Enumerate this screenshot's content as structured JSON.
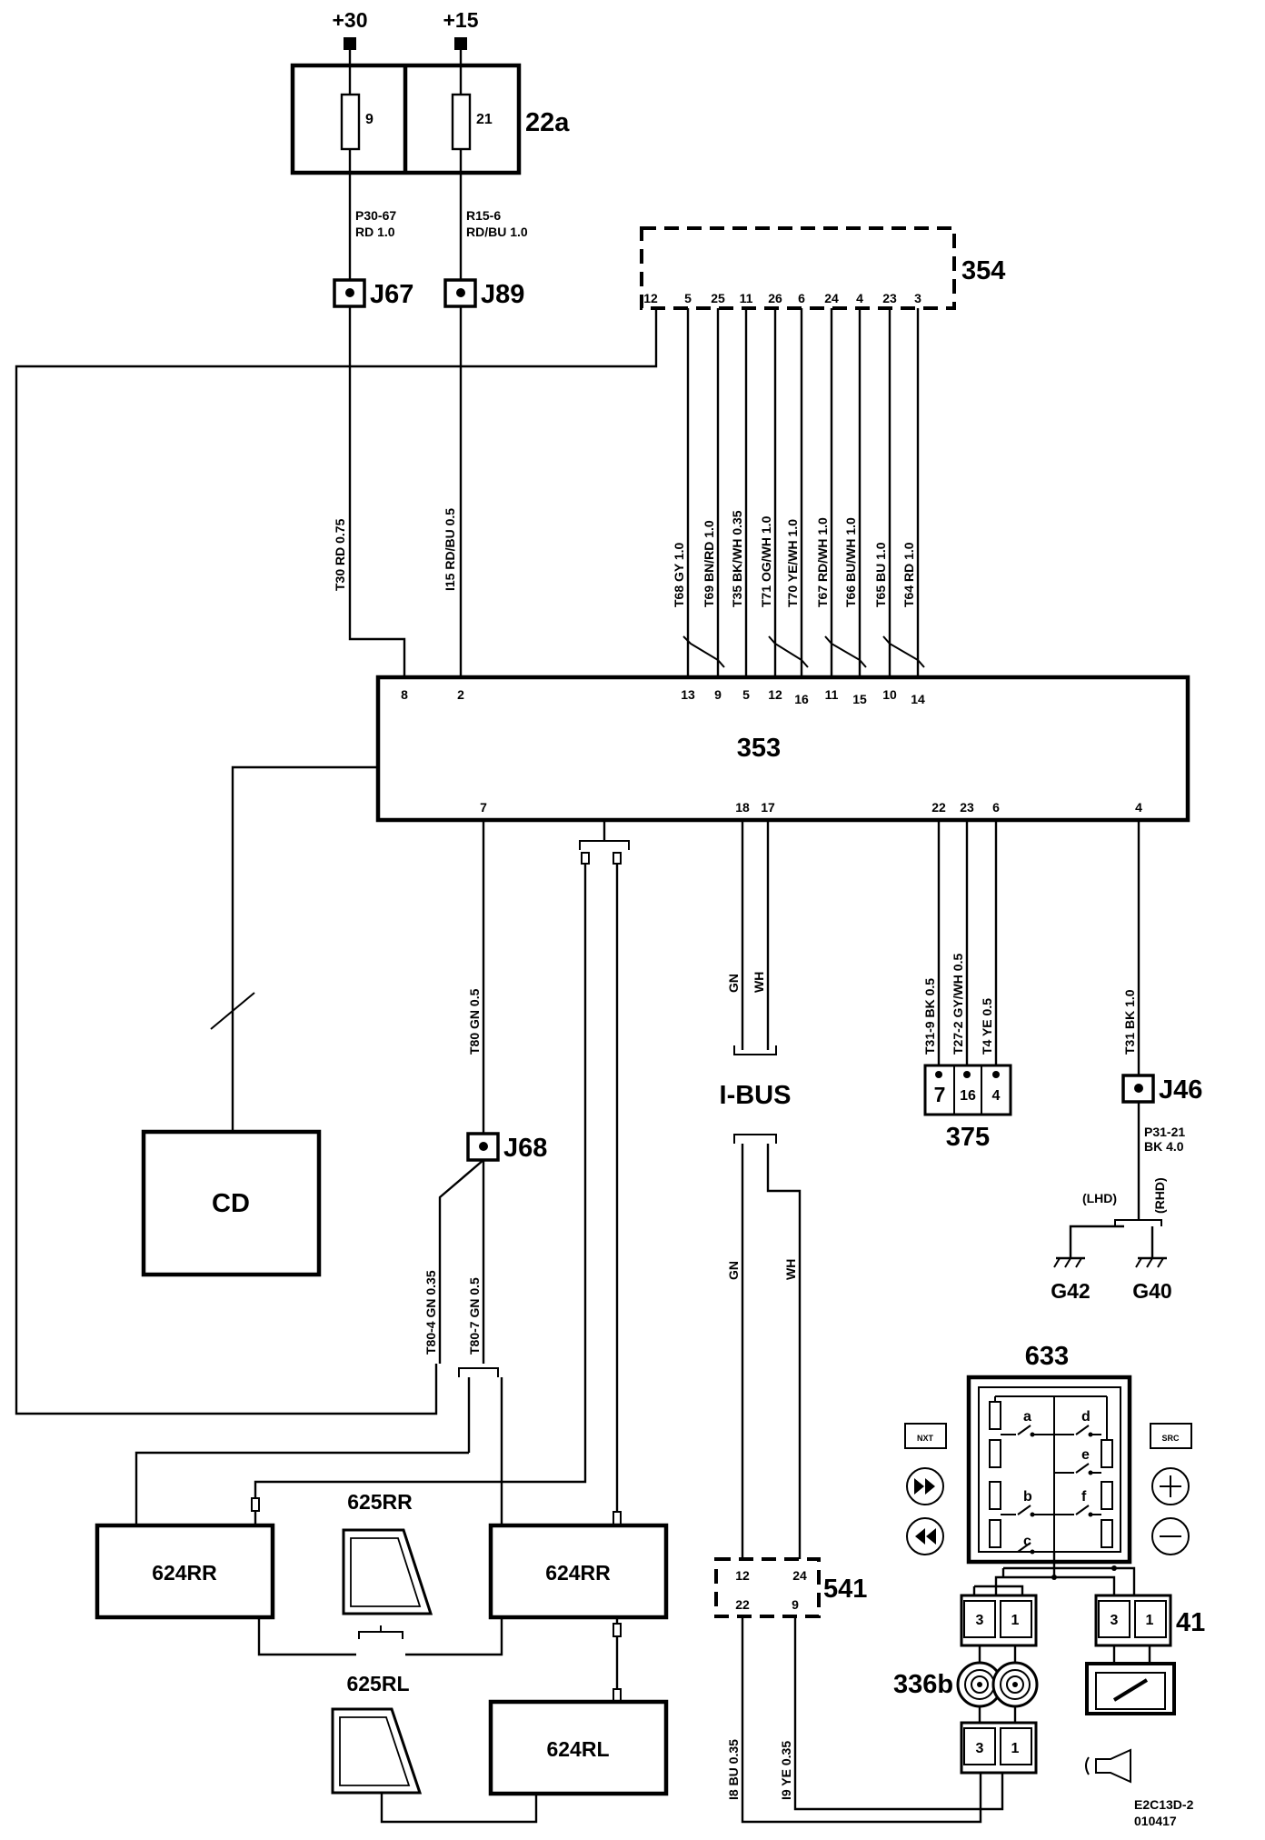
{
  "power": {
    "plus30": "+30",
    "plus15": "+15"
  },
  "fusebox": {
    "id": "22a",
    "fuse_a": "9",
    "fuse_b": "21"
  },
  "wire_p30": {
    "code": "P30-67",
    "spec": "RD 1.0"
  },
  "wire_r15": {
    "code": "R15-6",
    "spec": "RD/BU 1.0"
  },
  "junctions": {
    "j67": "J67",
    "j89": "J89",
    "j68": "J68",
    "j46": "J46"
  },
  "comp354": {
    "id": "354",
    "pins": [
      "12",
      "5",
      "25",
      "11",
      "26",
      "6",
      "24",
      "4",
      "23",
      "3"
    ],
    "wires": [
      "T68  GY  1.0",
      "T69  BN/RD  1.0",
      "T35  BK/WH  0.35",
      "T71  OG/WH  1.0",
      "T70  YE/WH  1.0",
      "T67  RD/WH  1.0",
      "T66  BU/WH  1.0",
      "T65  BU  1.0",
      "T64  RD  1.0"
    ]
  },
  "wire_t30": "T30  RD  0.75",
  "wire_i15": "I15  RD/BU  0.5",
  "comp353": {
    "id": "353",
    "top_pins": [
      "8",
      "2",
      "13",
      "9",
      "5",
      "12",
      "16",
      "11",
      "15",
      "10",
      "14"
    ],
    "bottom_pins": [
      "7",
      "18",
      "17",
      "22",
      "23",
      "6",
      "4"
    ]
  },
  "wire_t80": "T80  GN  0.5",
  "ibus": {
    "label": "I-BUS",
    "gn": "GN",
    "wh": "WH"
  },
  "wires_375": [
    "T31-9  BK  0.5",
    "T27-2  GY/WH  0.5",
    "T4  YE  0.5"
  ],
  "comp375": {
    "id": "375",
    "pins": [
      "7",
      "16",
      "4"
    ]
  },
  "wire_t31": "T31  BK  1.0",
  "wire_p31": {
    "code": "P31-21",
    "spec": "BK 4.0"
  },
  "ground": {
    "lhd": "(LHD)",
    "rhd": "(RHD)",
    "g42": "G42",
    "g40": "G40"
  },
  "cd": {
    "label": "CD"
  },
  "wire_t80_4": "T80-4  GN  0.35",
  "wire_t80_7": "T80-7  GN  0.5",
  "speakers": {
    "left": "624RR",
    "right": "624RR",
    "rl": "624RL",
    "tweeter_rr": "625RR",
    "tweeter_rl": "625RL"
  },
  "comp541": {
    "id": "541",
    "pins": [
      "12",
      "24",
      "22",
      "9"
    ]
  },
  "wire_i8": "I8  BU  0.35",
  "wire_i9": "I9  YE  0.35",
  "comp633": {
    "id": "633",
    "contacts": [
      "a",
      "b",
      "c",
      "d",
      "e",
      "f"
    ],
    "btn_nxt": "NXT",
    "btn_src": "SRC"
  },
  "horn": {
    "id": "336b",
    "pins": [
      "3",
      "1"
    ],
    "bottom_pins": [
      "3",
      "1"
    ]
  },
  "relay41": {
    "id": "41",
    "pins": [
      "3",
      "1"
    ]
  },
  "footer": {
    "code": "E2C13D-2",
    "date": "010417"
  }
}
